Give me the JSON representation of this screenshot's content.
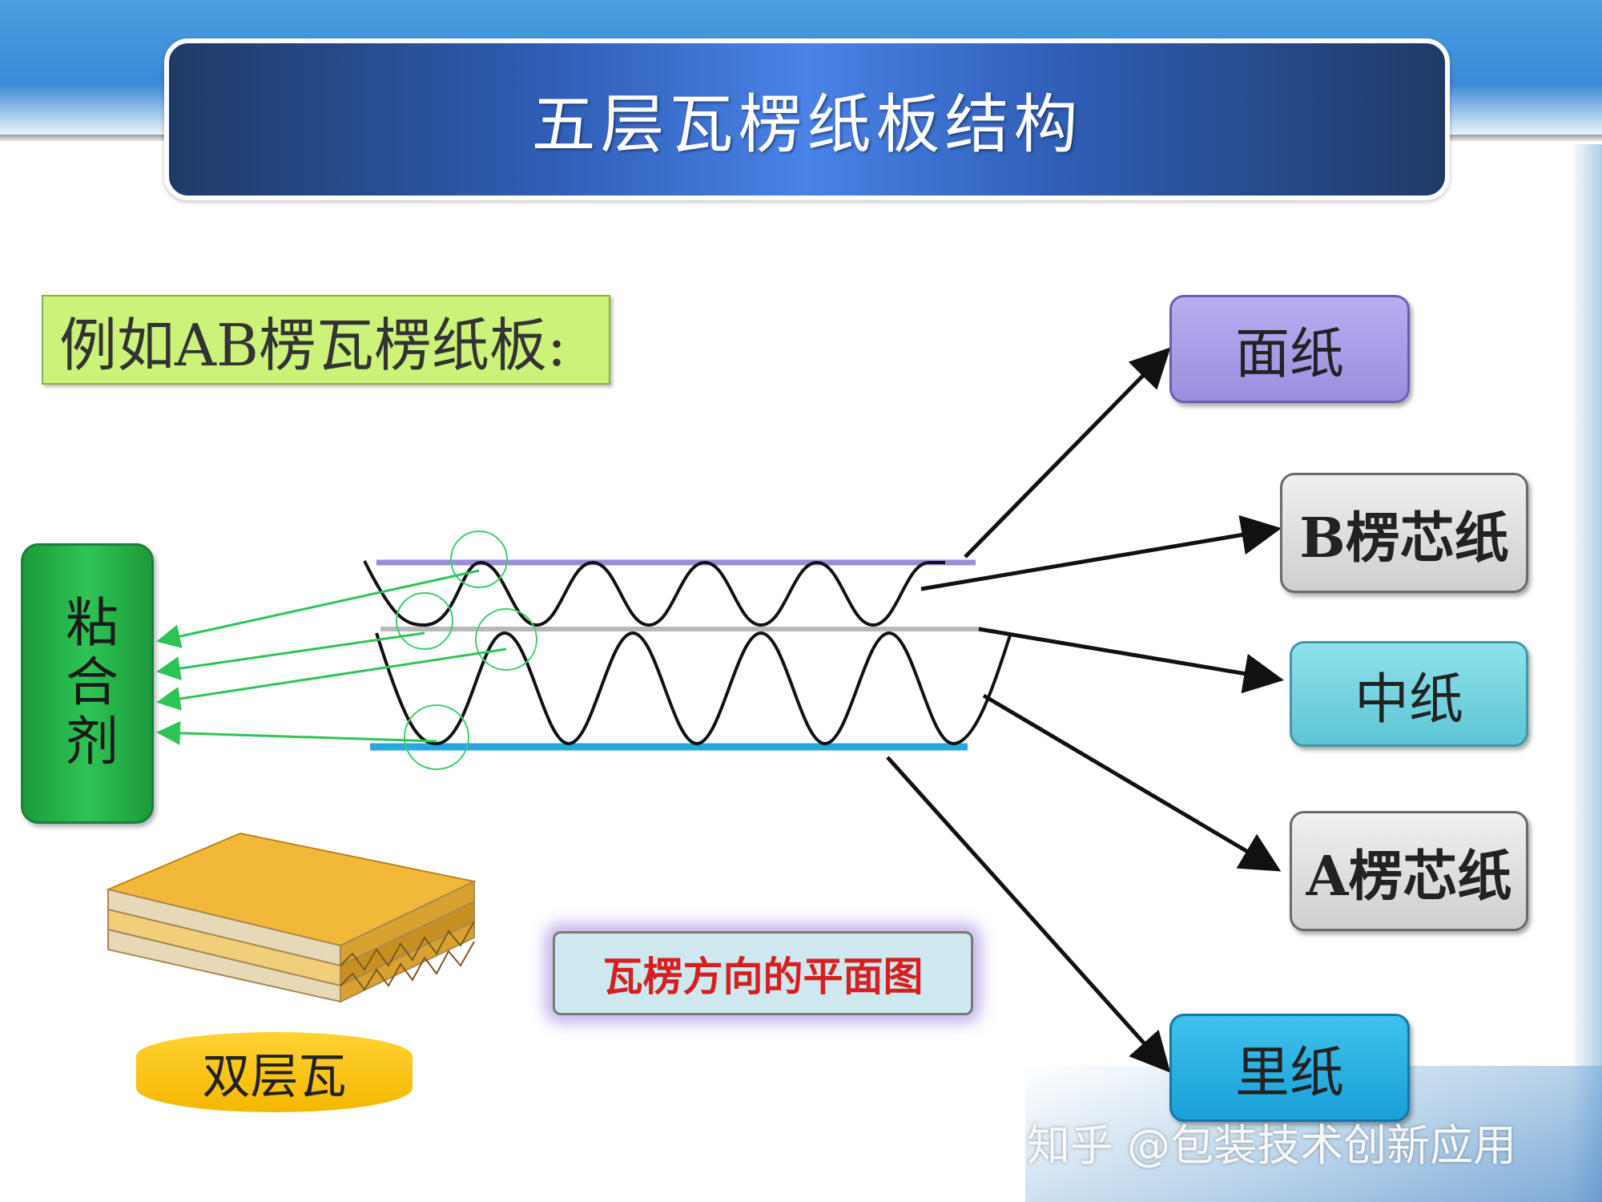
{
  "title": "五层瓦楞纸板结构",
  "example_label": "例如AB楞瓦楞纸板:",
  "glue_label": "粘合剂",
  "layers": {
    "face": "面纸",
    "b_flute": "B楞芯纸",
    "middle": "中纸",
    "a_flute": "A楞芯纸",
    "liner": "里纸"
  },
  "plan_view_label": "瓦楞方向的平面图",
  "double_wall_label": "双层瓦",
  "watermark": "知乎 @包装技术创新应用",
  "colors": {
    "title_bar": "#2f5eb6",
    "glue_box": "#2ec455",
    "face_box": "#9b8ee0",
    "middle_box": "#5ec5d4",
    "liner_box": "#1a9fd8",
    "flute_box": "#cfcfcf",
    "plan_text": "#d81e1e",
    "example_bg": "#ccf27a",
    "double_bg": "#f5b800",
    "glue_lines": "#2ec455"
  }
}
